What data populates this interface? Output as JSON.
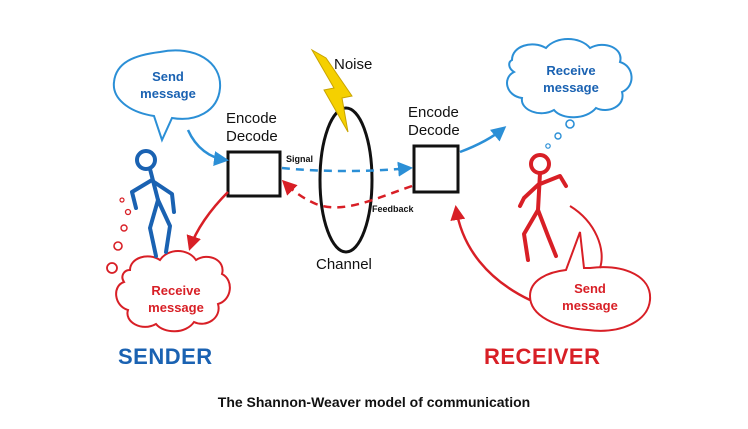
{
  "sender": {
    "thought_send": [
      "Send",
      "message"
    ],
    "thought_receive": [
      "Receive",
      "message"
    ],
    "encode_label": "Encode",
    "decode_label": "Decode",
    "role_label": "SENDER"
  },
  "receiver": {
    "thought_receive": [
      "Receive",
      "message"
    ],
    "thought_send": [
      "Send",
      "message"
    ],
    "encode_label": "Encode",
    "decode_label": "Decode",
    "role_label": "RECEIVER"
  },
  "channel": {
    "noise_label": "Noise",
    "channel_label": "Channel",
    "signal_label": "Signal",
    "feedback_label": "Feedback"
  },
  "caption": "The Shannon-Weaver model of communication",
  "colors": {
    "sender_blue": "#1a62b2",
    "arrow_blue": "#2b8fd6",
    "receiver_red": "#d81f26",
    "lightning_yellow": "#f5d000",
    "ink": "#111111"
  }
}
